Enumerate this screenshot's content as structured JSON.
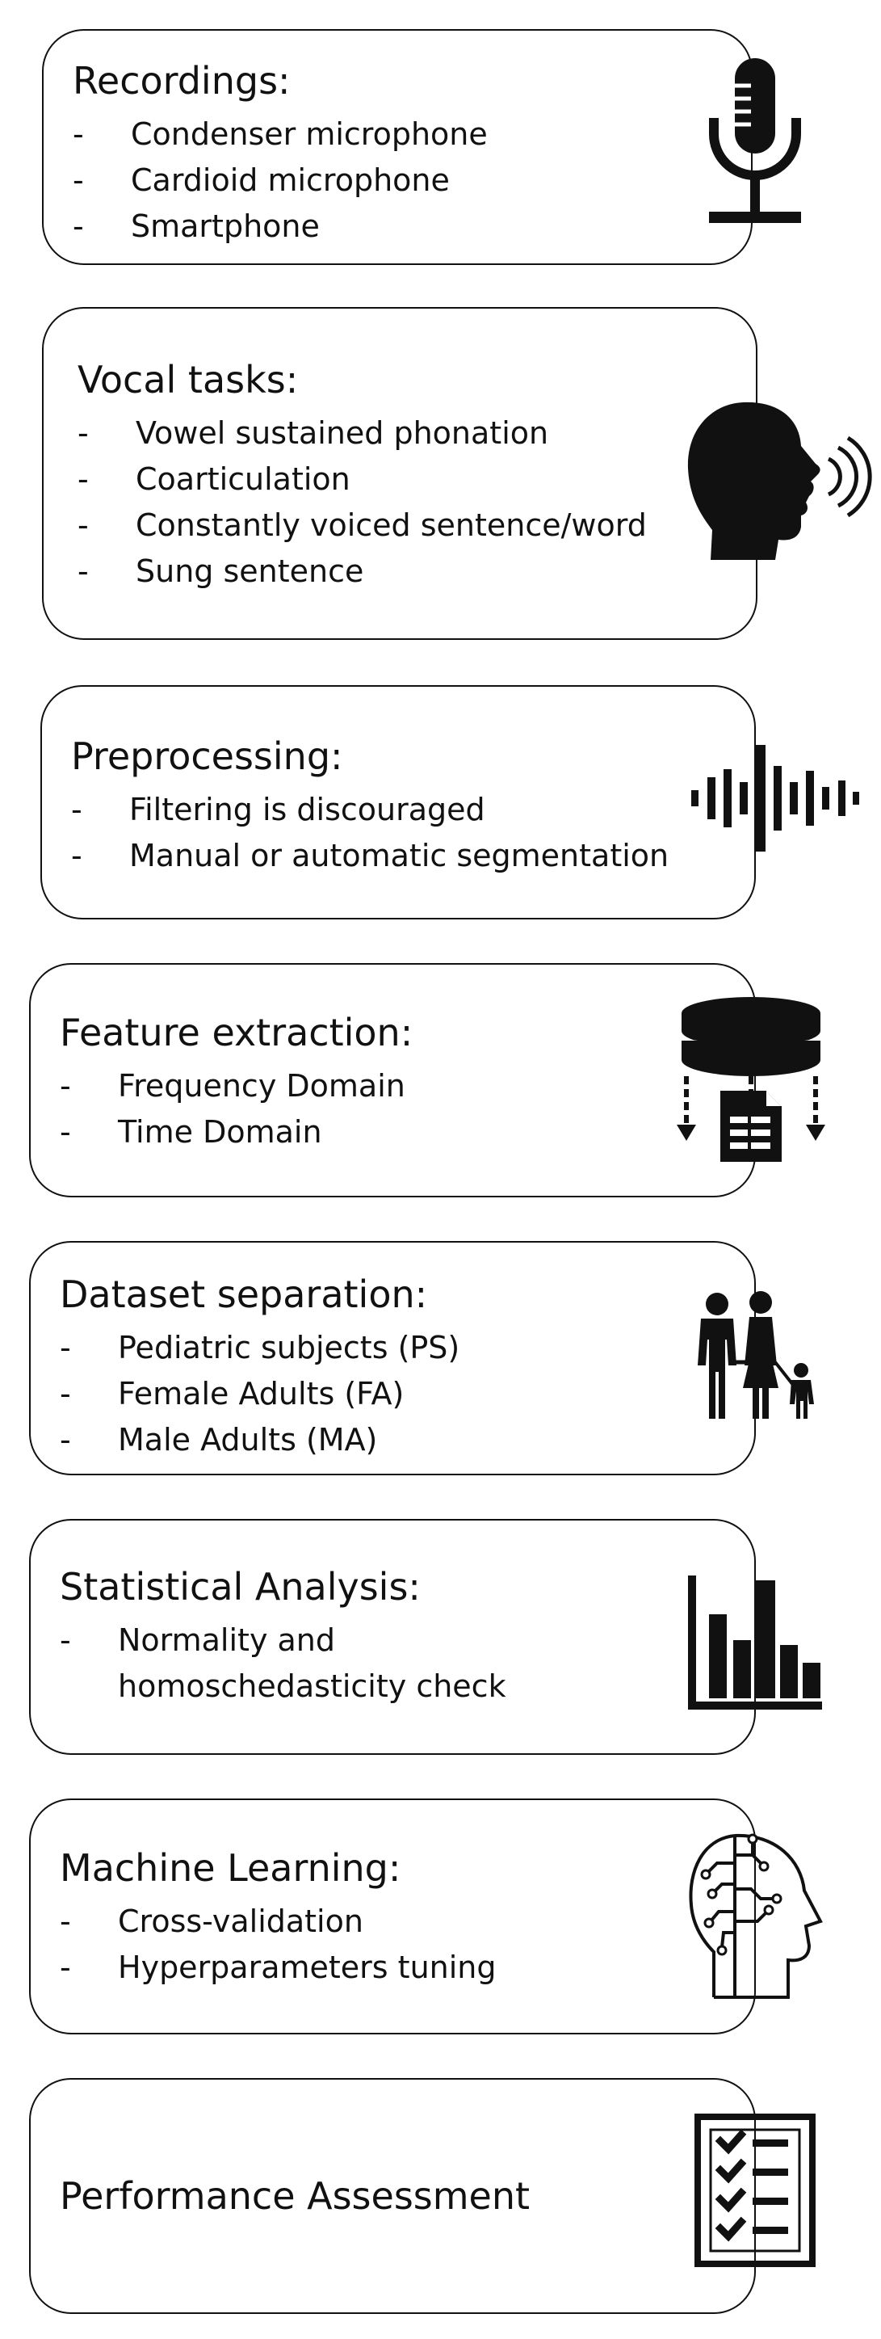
{
  "steps": [
    {
      "title": "Recordings:",
      "items": [
        "Condenser microphone",
        "Cardioid microphone",
        "Smartphone"
      ],
      "icon": "microphone-icon"
    },
    {
      "title": "Vocal tasks:",
      "items": [
        "Vowel sustained phonation",
        "Coarticulation",
        "Constantly voiced sentence/word",
        "Sung sentence"
      ],
      "icon": "speaking-head-icon"
    },
    {
      "title": "Preprocessing:",
      "items": [
        "Filtering is discouraged",
        "Manual or automatic segmentation"
      ],
      "icon": "waveform-icon"
    },
    {
      "title": "Feature extraction:",
      "items": [
        "Frequency Domain",
        "Time Domain"
      ],
      "icon": "database-extract-icon"
    },
    {
      "title": "Dataset separation:",
      "items": [
        "Pediatric subjects (PS)",
        "Female Adults (FA)",
        "Male Adults (MA)"
      ],
      "icon": "family-icon"
    },
    {
      "title": "Statistical Analysis:",
      "items": [
        "Normality and",
        "homoschedasticity check"
      ],
      "icon": "bar-chart-icon"
    },
    {
      "title": "Machine Learning:",
      "items": [
        "Cross-validation",
        "Hyperparameters tuning"
      ],
      "icon": "ai-head-icon"
    },
    {
      "title": "Performance Assessment",
      "items": [],
      "icon": "checklist-icon"
    }
  ],
  "dash": "-"
}
